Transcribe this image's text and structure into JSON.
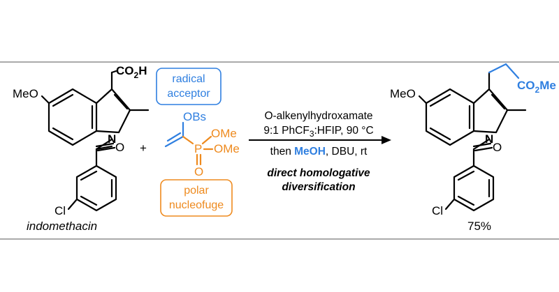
{
  "reactant": {
    "substituent_top": "CO",
    "substituent_top_sub": "2",
    "substituent_top_end": "H",
    "methoxy": "MeO",
    "nitrogen": "N",
    "carbonyl_o": "O",
    "halogen": "Cl",
    "name": "indomethacin"
  },
  "plus": "+",
  "reagent": {
    "tag_top_line1": "radical",
    "tag_top_line2": "acceptor",
    "obs": "OBs",
    "p": "P",
    "ome1": "OMe",
    "ome2": "OMe",
    "o": "O",
    "tag_bottom_line1": "polar",
    "tag_bottom_line2": "nucleofuge"
  },
  "conditions": {
    "line1": "O-alkenylhydroxamate",
    "line2_a": "9:1 PhCF",
    "line2_sub": "3",
    "line2_b": ":HFIP, 90 °C",
    "line3_a": "then ",
    "line3_highlight": "MeOH",
    "line3_b": ", DBU, rt",
    "line4": "direct homologative",
    "line5": "diversification"
  },
  "product": {
    "ester_a": "CO",
    "ester_sub": "2",
    "ester_b": "Me",
    "methoxy": "MeO",
    "nitrogen": "N",
    "carbonyl_o": "O",
    "halogen": "Cl",
    "yield": "75%"
  },
  "colors": {
    "blue": "#2f7fe0",
    "orange": "#ee8a1e",
    "black": "#000000"
  }
}
